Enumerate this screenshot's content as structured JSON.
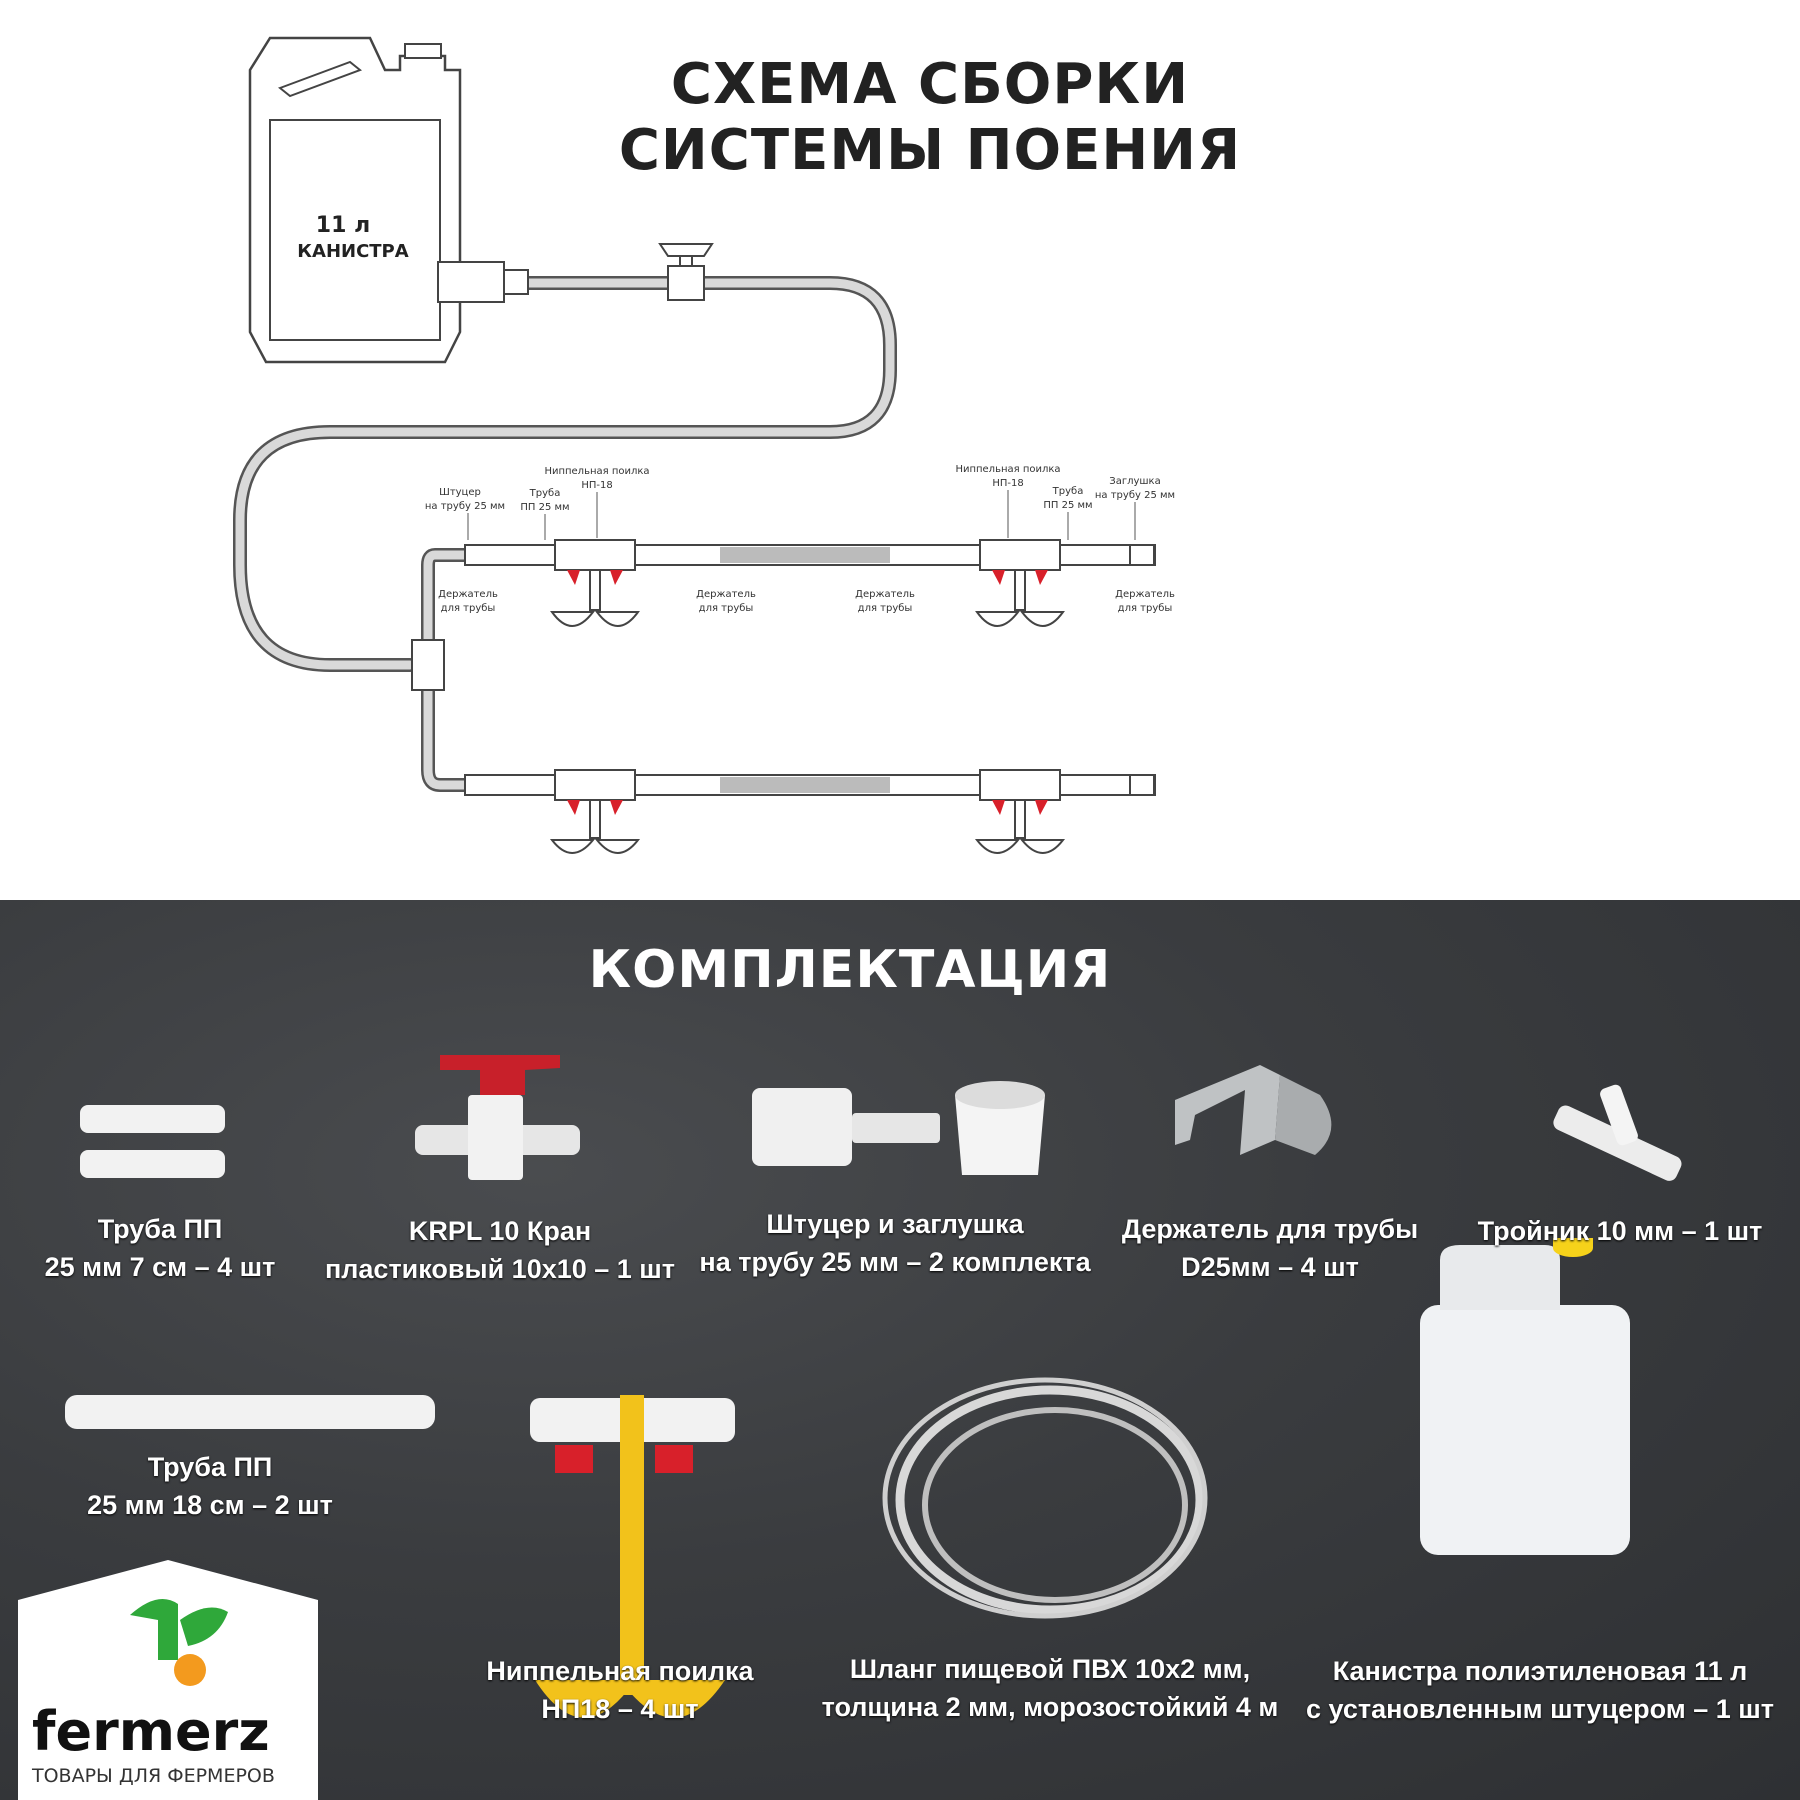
{
  "diagram": {
    "title_line1": "СХЕМА СБОРКИ",
    "title_line2": "СИСТЕМЫ ПОЕНИЯ",
    "canister_line1": "11 л",
    "canister_line2": "КАНИСТРА",
    "labels": {
      "fitting_a": "Штуцер",
      "fitting_b": "на трубу 25 мм",
      "pipe_a": "Труба",
      "pipe_b": "ПП 25 мм",
      "nipple_a": "Ниппельная поилка",
      "nipple_b": "НП-18",
      "holder_a": "Держатель",
      "holder_b": "для трубы",
      "plug_a": "Заглушка",
      "plug_b": "на трубу 25 мм"
    }
  },
  "kit": {
    "title": "КОМПЛЕКТАЦИЯ",
    "items": [
      {
        "line1": "Труба ПП",
        "line2": "25 мм 7 см – 4 шт"
      },
      {
        "line1": "KRPL 10  Кран",
        "line2": "пластиковый 10х10 – 1 шт"
      },
      {
        "line1": "Штуцер и заглушка",
        "line2": "на трубу 25 мм – 2 комплекта"
      },
      {
        "line1": "Держатель для трубы",
        "line2": "D25мм – 4 шт"
      },
      {
        "line1": "Тройник 10 мм – 1 шт"
      },
      {
        "line1": "Труба ПП",
        "line2": "25 мм 18 см – 2 шт"
      },
      {
        "line1": "Ниппельная поилка",
        "line2": "НП18 – 4 шт"
      },
      {
        "line1": "Шланг пищевой ПВХ 10х2 мм,",
        "line2": "толщина 2 мм, морозостойкий 4 м"
      },
      {
        "line1": "Канистра полиэтиленовая 11 л",
        "line2": "с установленным штуцером – 1 шт"
      }
    ]
  },
  "logo": {
    "name": "fermerz",
    "tagline": "ТОВАРЫ ДЛЯ ФЕРМЕРОВ"
  },
  "colors": {
    "nipple_red": "#d8202a",
    "drinker_yellow": "#f2c21b",
    "logo_green": "#2fa83a",
    "logo_orange": "#f39a1e",
    "background_dark": "#3a3c3f"
  }
}
